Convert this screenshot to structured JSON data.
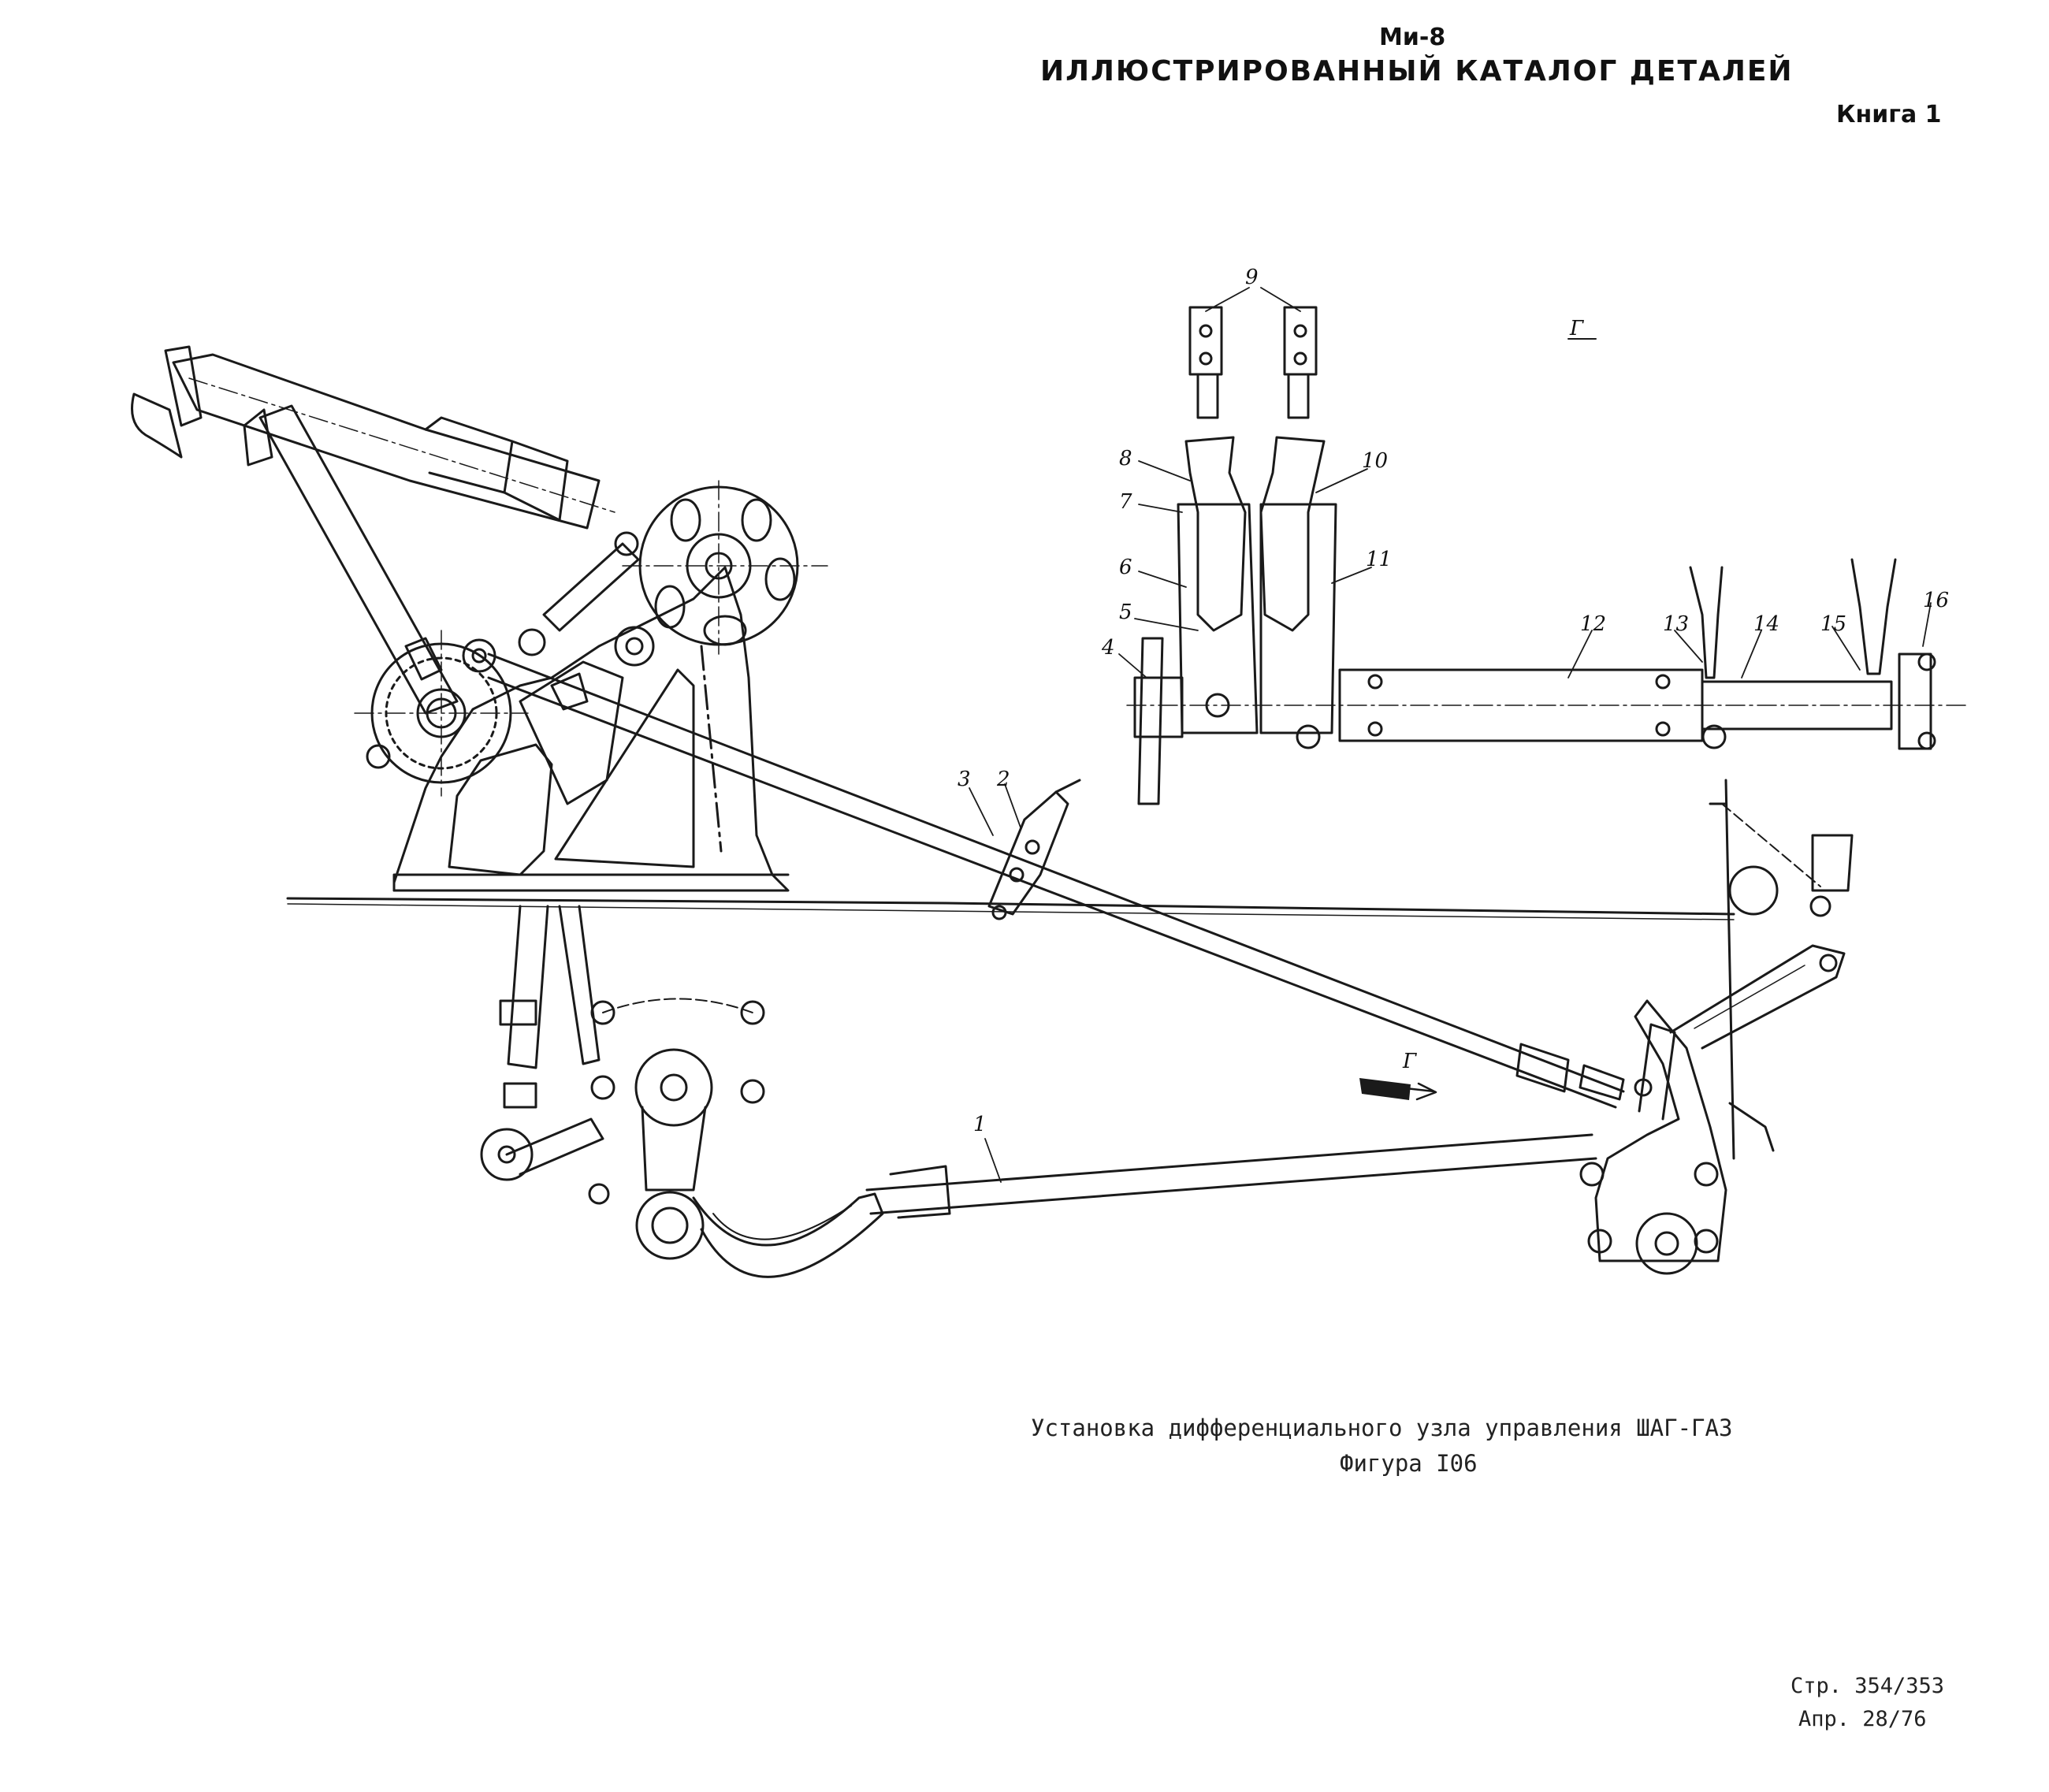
{
  "header": {
    "model": "Ми-8",
    "title": "ИЛЛЮСТРИРОВАННЫЙ  КАТАЛОГ ДЕТАЛЕЙ",
    "book": "Книга 1"
  },
  "callouts": {
    "c1": "1",
    "c2": "2",
    "c3": "3",
    "c4": "4",
    "c5": "5",
    "c6": "6",
    "c7": "7",
    "c8": "8",
    "c9": "9",
    "c10": "10",
    "c11": "11",
    "c12": "12",
    "c13": "13",
    "c14": "14",
    "c15": "15",
    "c16": "16"
  },
  "view_labels": {
    "detail_title": "Г",
    "arrow_label": "Г"
  },
  "caption": {
    "line1": "Установка дифференциального узла управления ШАГ-ГАЗ",
    "line2": "Фигура I06"
  },
  "footer": {
    "page": "Стр. 354/353",
    "date": "Апр. 28/76"
  }
}
